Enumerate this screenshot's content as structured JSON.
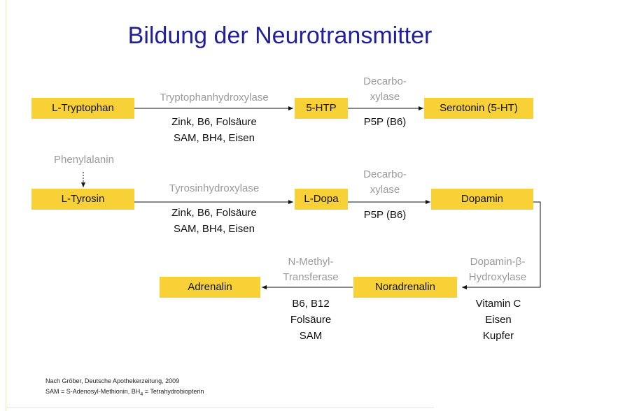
{
  "slide": {
    "title": "Bildung der Neurotransmitter"
  },
  "row1": {
    "precursor": "L-Tryptophan",
    "enzyme1": "Tryptophanhydroxylase",
    "cofactors1_line1": "Zink, B6, Folsäure",
    "cofactors1_line2": "SAM, BH4, Eisen",
    "intermediate": "5-HTP",
    "enzyme2_line1": "Decarbo-",
    "enzyme2_line2": "xylase",
    "cofactors2": "P5P (B6)",
    "product": "Serotonin (5-HT)"
  },
  "row2": {
    "side_precursor": "Phenylalanin",
    "precursor": "L-Tyrosin",
    "enzyme1": "Tyrosinhydroxylase",
    "cofactors1_line1": "Zink, B6, Folsäure",
    "cofactors1_line2": "SAM, BH4, Eisen",
    "intermediate": "L-Dopa",
    "enzyme2_line1": "Decarbo-",
    "enzyme2_line2": "xylase",
    "cofactors2": "P5P (B6)",
    "product": "Dopamin"
  },
  "row3": {
    "enzyme_dbh_line1": "Dopamin-β-",
    "enzyme_dbh_line2": "Hydroxylase",
    "cofactors_dbh_line1": "Vitamin C",
    "cofactors_dbh_line2": "Eisen",
    "cofactors_dbh_line3": "Kupfer",
    "noradrenalin": "Noradrenalin",
    "enzyme_pnmt_line1": "N-Methyl-",
    "enzyme_pnmt_line2": "Transferase",
    "cofactors_pnmt_line1": "B6, B12",
    "cofactors_pnmt_line2": "Folsäure",
    "cofactors_pnmt_line3": "SAM",
    "adrenalin": "Adrenalin"
  },
  "footer": {
    "source": "Nach Gröber, Deutsche Apothekerzeitung, 2009",
    "abbrev_pre": "SAM = S-Adenosyl-Methionin, BH",
    "abbrev_sub": "4",
    "abbrev_post": " = Tetrahydrobiopterin"
  },
  "colors": {
    "title": "#1f1f9c",
    "box_fill": "#f8d137",
    "enzyme_text": "#9a9a9a",
    "cofactor_text": "#111111",
    "frame": "#f3e9a8"
  }
}
